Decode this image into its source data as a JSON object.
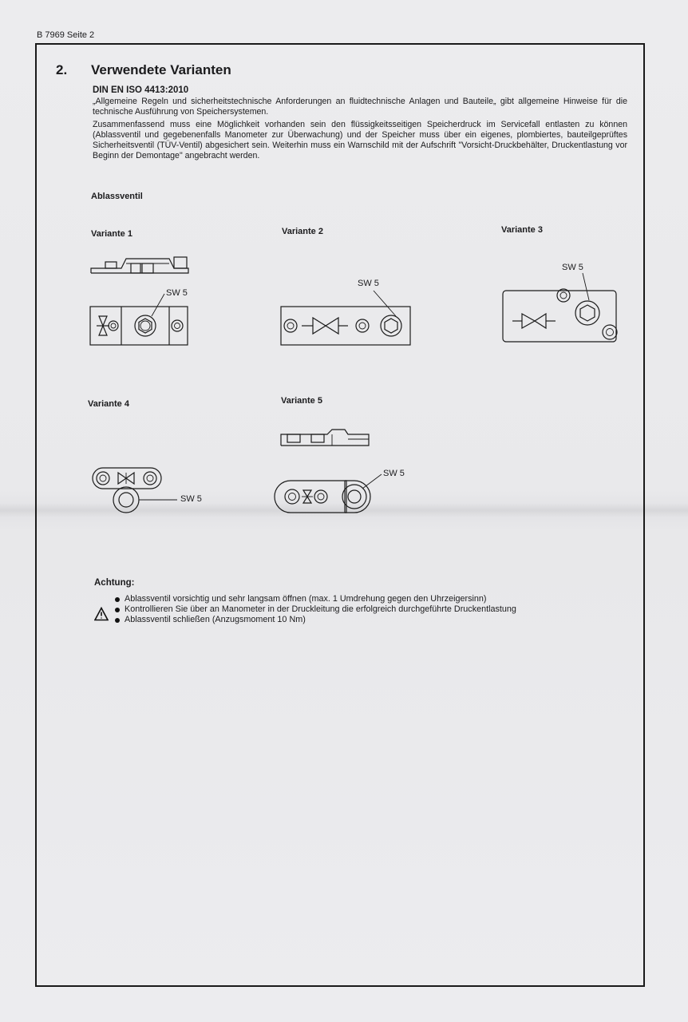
{
  "page_header": "B 7969  Seite 2",
  "section": {
    "number": "2.",
    "title": "Verwendete Varianten"
  },
  "standard": {
    "title": "DIN EN ISO 4413:2010",
    "paragraph1": "„Allgemeine Regeln und sicherheitstechnische Anforderungen an fluidtechnische Anlagen und Bauteile„ gibt allgemeine Hinweise für die technische Ausführung von Speichersystemen.",
    "paragraph2": "Zusammenfassend muss eine Möglichkeit vorhanden sein den flüssigkeitsseitigen Speicherdruck im Servicefall entlasten zu können (Ablassventil und gegebenenfalls Manometer zur Überwachung) und der Speicher muss über ein eigenes, plombiertes, bauteilgeprüftes Sicherheitsventil (TÜV-Ventil) abgesichert sein. Weiterhin muss ein Warnschild mit der Aufschrift \"Vorsicht-Druckbehälter, Druckentlastung vor Beginn der Demontage\" angebracht werden."
  },
  "subsection_title": "Ablassventil",
  "variants": [
    {
      "label": "Variante 1",
      "wrench": "SW 5"
    },
    {
      "label": "Variante 2",
      "wrench": "SW 5"
    },
    {
      "label": "Variante 3",
      "wrench": "SW 5"
    },
    {
      "label": "Variante 4",
      "wrench": "SW 5"
    },
    {
      "label": "Variante 5",
      "wrench": "SW 5"
    }
  ],
  "warning": {
    "title": "Achtung:",
    "icon": "warning-triangle-icon",
    "items": [
      "Ablassventil vorsichtig und sehr langsam öffnen (max. 1 Umdrehung gegen den Uhrzeigersinn)",
      "Kontrollieren Sie über an Manometer in der Druckleitung die erfolgreich durchgeführte Druckentlastung",
      "Ablassventil schließen (Anzugsmoment 10 Nm)"
    ]
  }
}
